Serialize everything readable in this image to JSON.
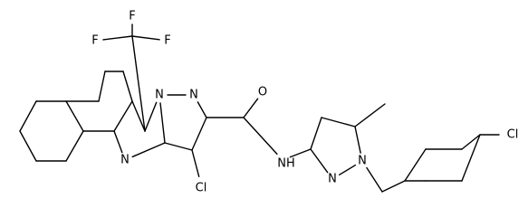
{
  "molecule": {
    "atom_labels": {
      "f1": "F",
      "f2": "F",
      "f3": "F",
      "o": "O",
      "n1": "N",
      "n2": "N",
      "n3": "N",
      "nh": "NH",
      "n4": "N",
      "n5": "N",
      "cl1": "Cl",
      "cl2": "Cl"
    },
    "colors": {
      "bond": "#000000",
      "label": "#000000",
      "background": "#ffffff"
    }
  }
}
